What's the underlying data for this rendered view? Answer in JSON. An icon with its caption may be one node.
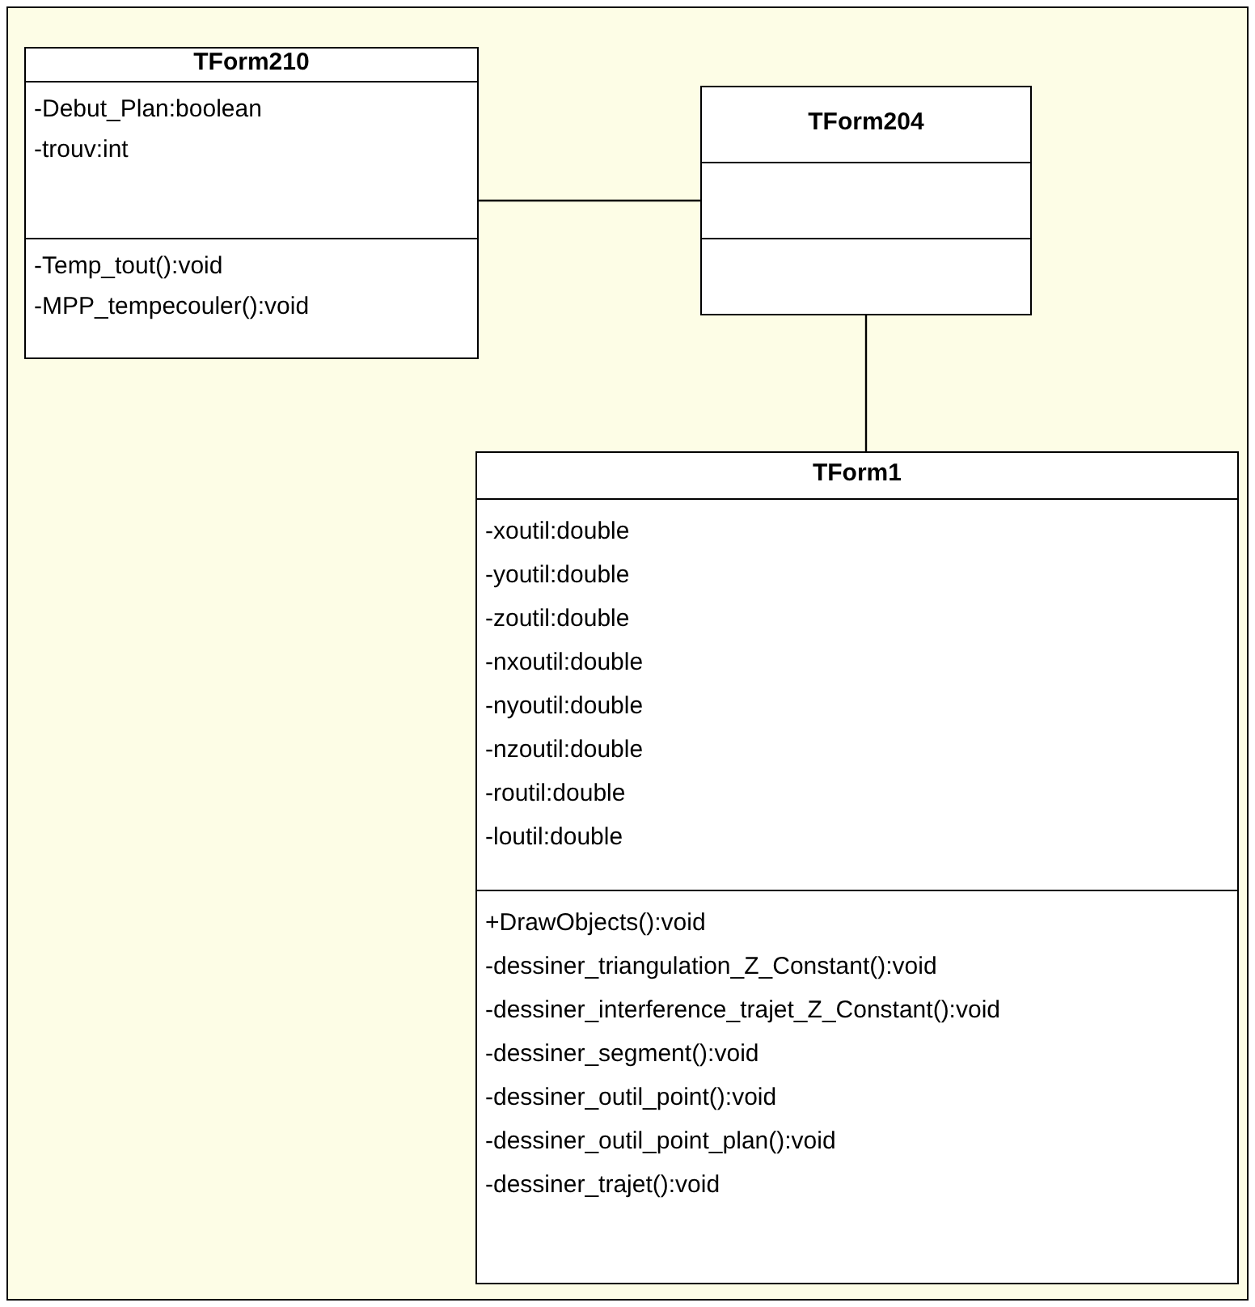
{
  "diagram": {
    "nodes": [
      {
        "text": [
          "TForm210"
        ]
      },
      {
        "text": [
          "-Debut_Plan:boolean",
          "-trouv:int"
        ],
        "in": 0
      },
      {
        "text": [
          "-Temp_tout():void",
          "-MPP_tempecouler():void"
        ],
        "in": 0
      },
      {
        "text": [
          "TForm204"
        ]
      },
      {
        "text": [],
        "shape": "box",
        "in": 3
      },
      {
        "text": [],
        "shape": "box",
        "in": 3
      },
      {
        "text": [
          "TForm1"
        ]
      },
      {
        "text": [
          "-xoutil:double",
          "-youtil:double",
          "-zoutil:double",
          "-nxoutil:double",
          "-nyoutil:double",
          "-nzoutil:double",
          "-routil:double",
          "-loutil:double"
        ],
        "in": 6
      },
      {
        "text": [
          "+DrawObjects():void",
          "-dessiner_triangulation_Z_Constant():void",
          "-dessiner_interference_trajet_Z_Constant():void",
          "-dessiner_segment():void",
          "-dessiner_outil_point():void",
          "-dessiner_outil_point_plan():void",
          "-dessiner_trajet():void"
        ],
        "in": 6
      }
    ],
    "edges": [
      {
        "from": 0,
        "to": 3,
        "arrow": "none"
      },
      {
        "from": 3,
        "to": 6,
        "arrow": "none"
      }
    ]
  }
}
